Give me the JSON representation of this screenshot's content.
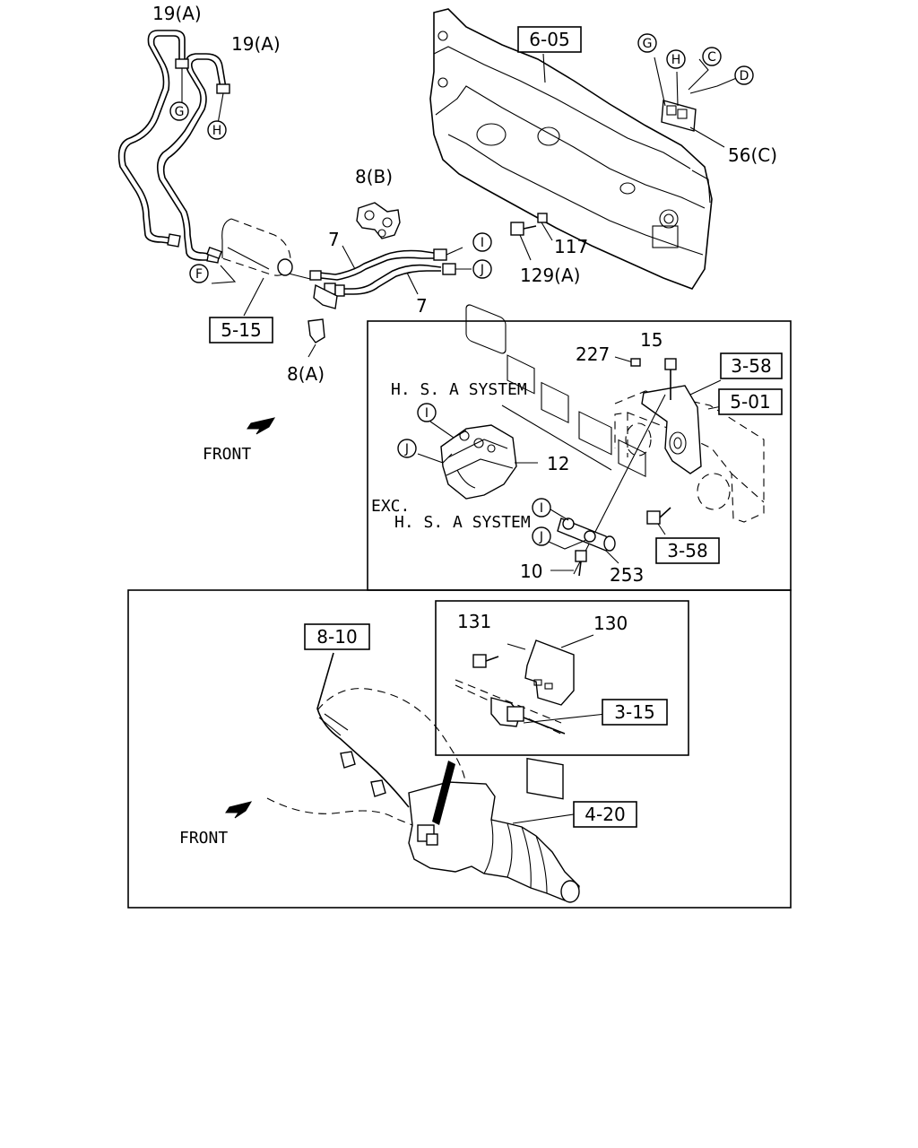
{
  "labels": {
    "pipe_19a_left": "19(A)",
    "pipe_19a_right": "19(A)",
    "ref_6_05": "6-05",
    "clip_8b": "8(B)",
    "pipe_7_upper": "7",
    "pipe_7_lower": "7",
    "bolt_129a": "129(A)",
    "nut_117": "117",
    "bracket_56c": "56(C)",
    "ref_5_15": "5-15",
    "clip_8a": "8(A)",
    "front_top": "FRONT",
    "screw_227": "227",
    "bolt_15": "15",
    "ref_3_58_upper": "3-58",
    "ref_5_01": "5-01",
    "hsa_system": "H. S. A SYSTEM",
    "part_12": "12",
    "exc": "EXC.",
    "exc_hsa_system": "H. S. A SYSTEM",
    "ref_3_58_lower": "3-58",
    "bolt_10": "10",
    "part_253": "253",
    "ref_8_10": "8-10",
    "bolt_131": "131",
    "bracket_130": "130",
    "ref_3_15": "3-15",
    "ref_4_20": "4-20",
    "front_bottom": "FRONT"
  },
  "connector_letters": {
    "g_pipe": "G",
    "h_pipe": "H",
    "f": "F",
    "i_pipe": "I",
    "j_pipe": "J",
    "g_panel": "G",
    "h_panel": "H",
    "c": "C",
    "d": "D",
    "i_hsa": "I",
    "j_hsa": "J",
    "i_exc": "I",
    "j_exc": "J"
  }
}
